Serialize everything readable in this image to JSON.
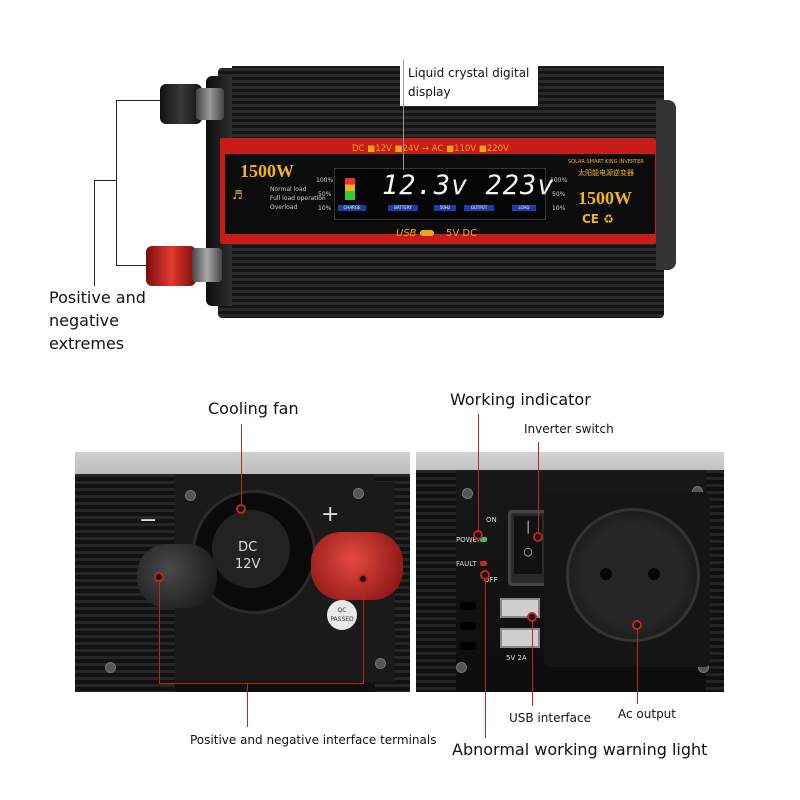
{
  "top_section": {
    "label_lcd": "Liquid crystal digital display",
    "label_lcd_line1": "Liquid crystal digital",
    "label_lcd_line2": "display",
    "label_terminals_line1": "Positive and",
    "label_terminals_line2": "negative",
    "label_terminals_line3": "extremes",
    "device": {
      "wattage_left": "1500W",
      "wattage_right": "1500W",
      "dc_row": "DC ■12V ■24V → AC ■110V ■220V",
      "usb_row": "USB",
      "usb_voltage": "5V DC",
      "lcd_reading": "12.3v 223v",
      "brand_line1": "SOLAR SMART KING INVERTER",
      "brand_line2": "太阳能电源逆变器",
      "cert_marks": "CE ♻",
      "pct_100": "100%",
      "pct_50": "50%",
      "pct_10": "10%",
      "legend_normal": "Normal load",
      "legend_full": "Full load operation",
      "legend_over": "Overload",
      "lcd_tags": [
        "CHARGE",
        "BATTERY",
        "50Hz",
        "OUTPUT",
        "LOAD"
      ]
    }
  },
  "bottom_left": {
    "label_fan": "Cooling fan",
    "label_terminals": "Positive and negative interface terminals",
    "fan_text_line1": "DC",
    "fan_text_line2": "12V",
    "minus_sign": "−",
    "plus_sign": "+",
    "qc_text": "QC PASSED"
  },
  "bottom_right": {
    "label_working_indicator": "Working indicator",
    "label_inverter_switch": "Inverter switch",
    "label_usb_interface": "USB interface",
    "label_ac_output": "Ac output",
    "label_warning_light": "Abnormal working warning light",
    "power_text": "POWER",
    "fault_text": "FAULT",
    "on_text": "ON",
    "off_text": "OFF",
    "usb_rating": "5V  2A"
  },
  "colors": {
    "accent_red": "#c61d17",
    "accent_gold": "#f2b318",
    "pointer_red": "#c0241c"
  }
}
